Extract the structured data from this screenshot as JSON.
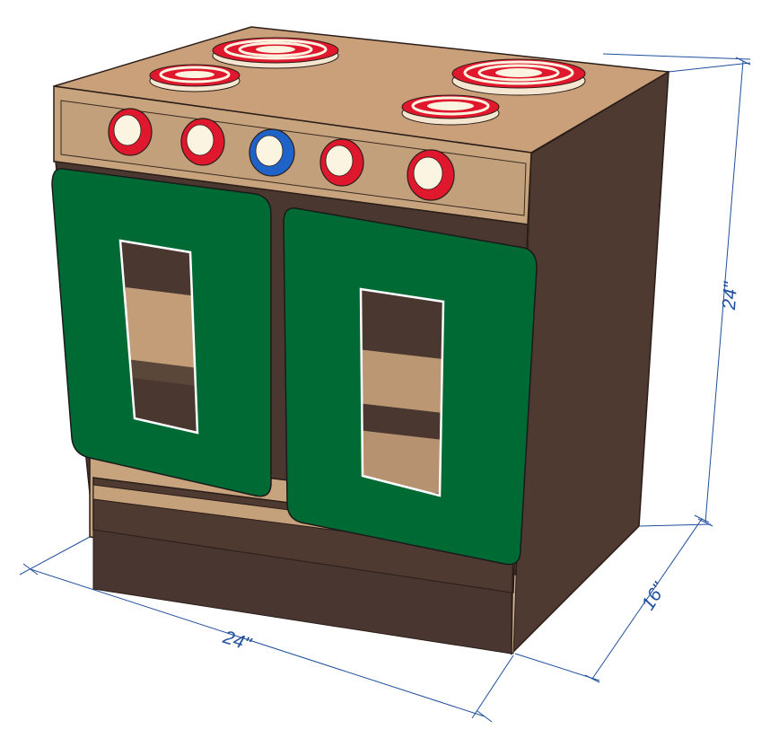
{
  "dimensions": {
    "width_label": "24\"",
    "depth_label": "16\"",
    "height_label": "24\""
  },
  "colors": {
    "wood_top": "#c9a27c",
    "wood_front": "#c4a27c",
    "side_dark": "#4a3830",
    "door_green": "#006a35",
    "knob_red": "#e0182e",
    "knob_blue": "#1f63c8",
    "knob_cream": "#fbf4e0",
    "dim_line": "#1f4e9c"
  },
  "parts": {
    "burners": [
      "back-left-burner",
      "front-left-burner",
      "back-right-burner",
      "front-right-burner"
    ],
    "knobs": [
      "knob-1",
      "knob-2",
      "knob-center-blue",
      "knob-4",
      "knob-5"
    ],
    "doors": [
      "left-oven-door",
      "right-oven-door"
    ]
  }
}
